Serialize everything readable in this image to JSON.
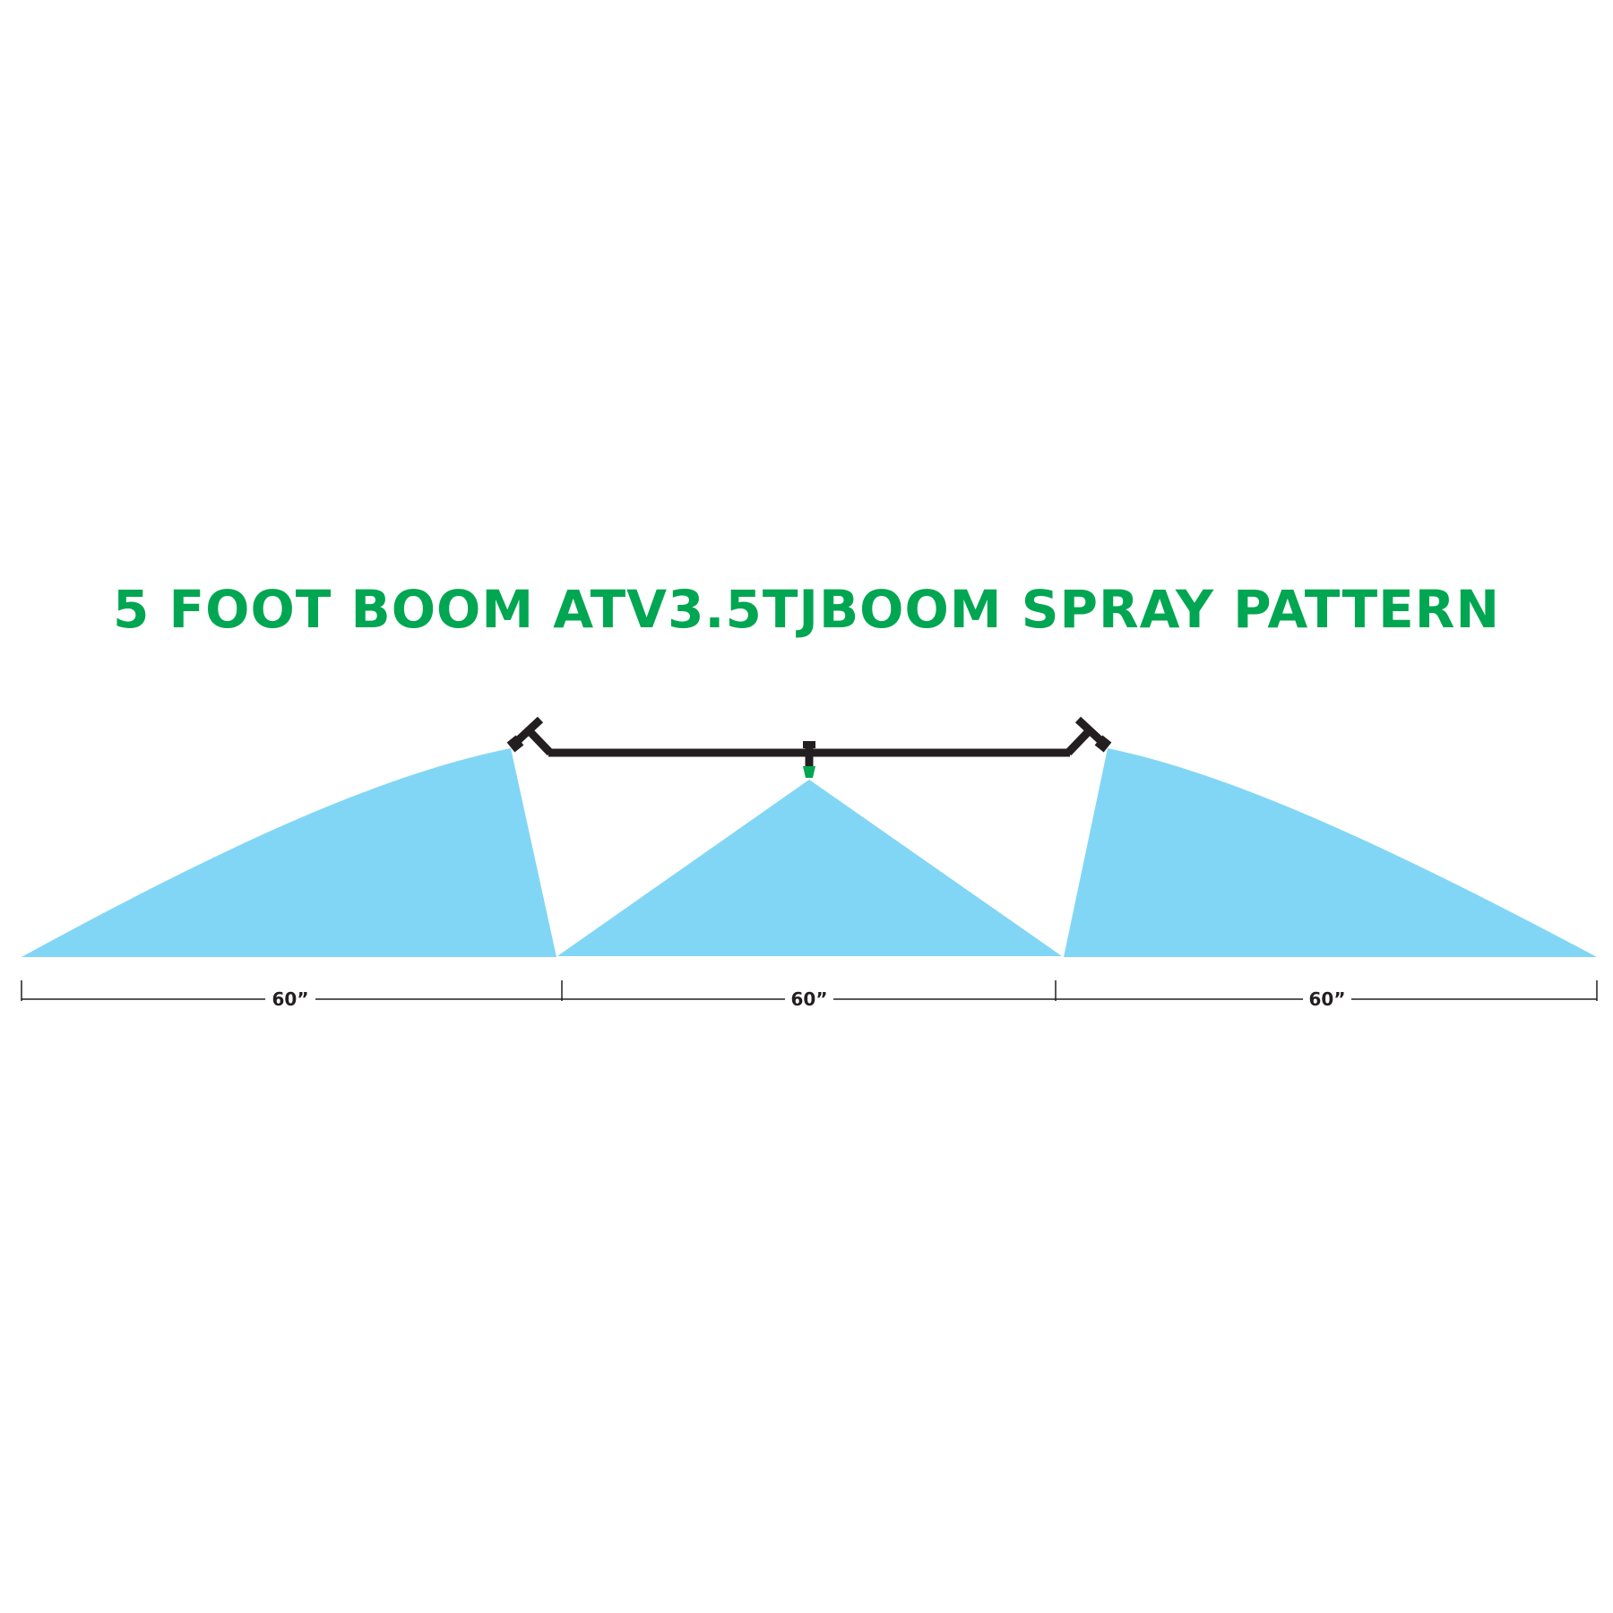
{
  "title": "5 FOOT BOOM ATV3.5TJBOOM SPRAY PATTERN",
  "colors": {
    "title": "#00a651",
    "spray": "#82d6f5",
    "boom": "#231f20",
    "nozzle_tip": "#00a651",
    "dimension_line": "#231f20",
    "background": "#ffffff"
  },
  "spray_zones": [
    {
      "name": "left-nozzle",
      "width_label": "60”"
    },
    {
      "name": "center-nozzle",
      "width_label": "60”"
    },
    {
      "name": "right-nozzle",
      "width_label": "60”"
    }
  ]
}
